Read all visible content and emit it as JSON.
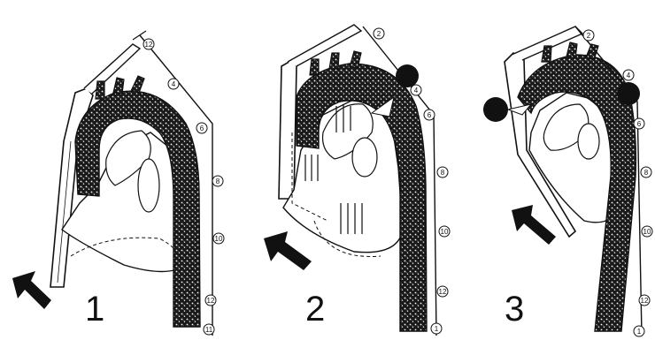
{
  "panels": [
    {
      "label": "1",
      "vertebra_labels": [
        "12",
        "4",
        "6",
        "8",
        "10",
        "12",
        "11"
      ]
    },
    {
      "label": "2",
      "vertebra_labels": [
        "2",
        "4",
        "6",
        "8",
        "10",
        "12",
        "1"
      ]
    },
    {
      "label": "3",
      "vertebra_labels": [
        "2",
        "4",
        "6",
        "8",
        "10",
        "12",
        "1"
      ]
    }
  ],
  "colors": {
    "ink": "#111111",
    "paper": "#ffffff"
  }
}
